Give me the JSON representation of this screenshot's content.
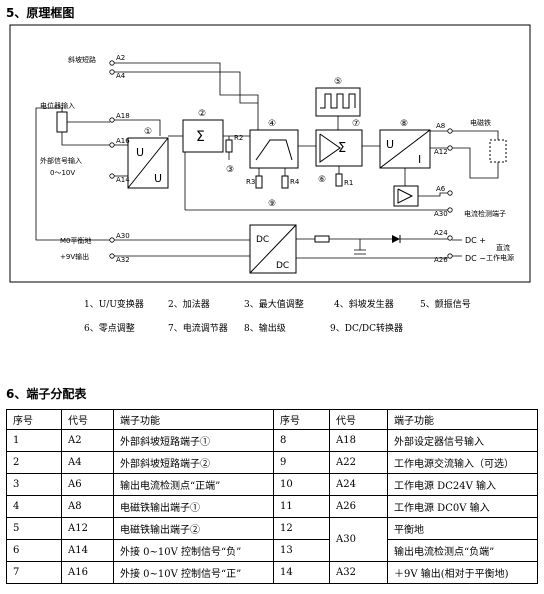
{
  "section5_title": "5、原理框图",
  "section6_title": "6、端子分配表",
  "diagram": {
    "labels": {
      "slope_short": "斜坡短路",
      "pot_input": "电位器输入",
      "ext_signal": "外部信号输入",
      "range": "0～10V",
      "solenoid": "电磁铁",
      "current_detect": "电流检测端子",
      "dc_plus": "DC +",
      "dc_minus": "DC −",
      "dc_supply_1": "直流",
      "dc_supply_2": "工作电源",
      "m0": "M0平衡地",
      "v9": "+9V输出",
      "u": "U",
      "i": "I",
      "dc_top": "DC",
      "dc_bottom": "DC",
      "sigma": "Σ",
      "r1": "R1",
      "r2": "R2",
      "r3": "R3",
      "r4": "R4"
    },
    "terminals": {
      "a2": "A2",
      "a4": "A4",
      "a18": "A18",
      "a16": "A16",
      "a14": "A14",
      "a30": "A30",
      "a32": "A32",
      "a8": "A8",
      "a12": "A12",
      "a6": "A6",
      "a30r": "A30",
      "a24": "A24",
      "a26": "A26"
    },
    "numbers": {
      "n1": "①",
      "n2": "②",
      "n3": "③",
      "n4": "④",
      "n5": "⑤",
      "n6": "⑥",
      "n7": "⑦",
      "n8": "⑧",
      "n9": "⑨",
      "n3b": "③",
      "n6b": "⑥"
    }
  },
  "legend": [
    "1、U/U变换器",
    "2、加法器",
    "3、最大值调整",
    "4、斜坡发生器",
    "5、颤振信号",
    "6、零点调整",
    "7、电流调节器",
    "8、输出级",
    "9、DC/DC转换器"
  ],
  "table": {
    "headers": [
      "序号",
      "代号",
      "端子功能",
      "序号",
      "代号",
      "端子功能"
    ],
    "rows": [
      [
        "1",
        "A2",
        "外部斜坡短路端子①",
        "8",
        "A18",
        "外部设定器信号输入"
      ],
      [
        "2",
        "A4",
        "外部斜坡短路端子②",
        "9",
        "A22",
        "工作电源交流输入（可选）"
      ],
      [
        "3",
        "A6",
        "输出电流检测点“正端”",
        "10",
        "A24",
        "工作电源 DC24V 输入"
      ],
      [
        "4",
        "A8",
        "电磁铁输出端子①",
        "11",
        "A26",
        "工作电源 DC0V 输入"
      ],
      [
        "5",
        "A12",
        "电磁铁输出端子②",
        "12",
        "A30",
        "平衡地"
      ],
      [
        "6",
        "A14",
        "外接 0~10V 控制信号“负”",
        "13",
        "",
        "输出电流检测点“负端”"
      ],
      [
        "7",
        "A16",
        "外接 0~10V 控制信号“正”",
        "14",
        "A32",
        "＋9V 输出(相对于平衡地)"
      ]
    ]
  }
}
